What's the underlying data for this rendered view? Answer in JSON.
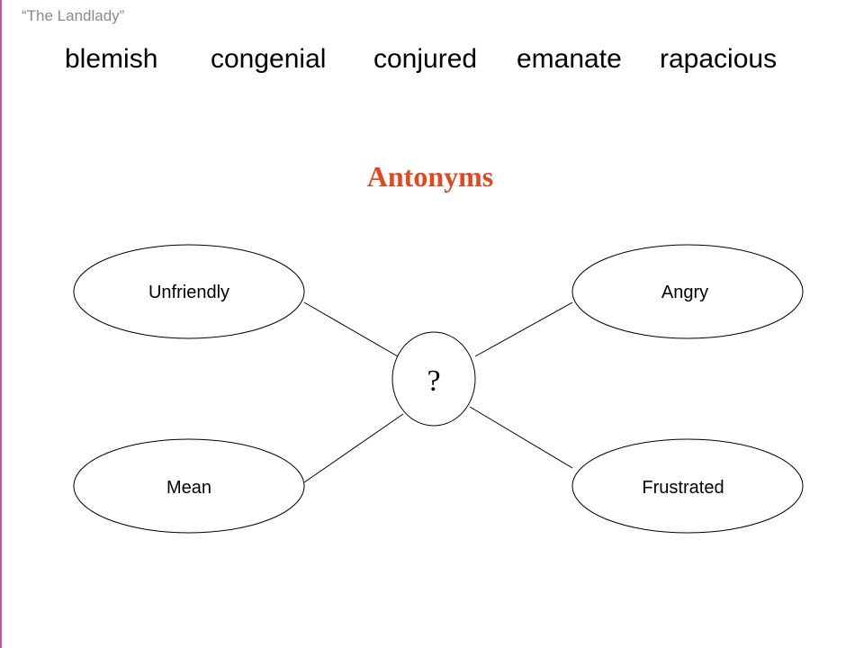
{
  "slide": {
    "story_title": "“The Landlady”",
    "vocabulary": [
      "blemish",
      "congenial",
      "conjured",
      "emanate",
      "rapacious"
    ],
    "heading": "Antonyms",
    "colors": {
      "heading": "#e8461e",
      "border_accent": "#c0569a",
      "story_title": "#8a8a8a"
    }
  },
  "diagram": {
    "center_label": "?",
    "nodes": [
      {
        "label": "Unfriendly"
      },
      {
        "label": "Angry"
      },
      {
        "label": "Mean"
      },
      {
        "label": "Frustrated"
      }
    ]
  }
}
